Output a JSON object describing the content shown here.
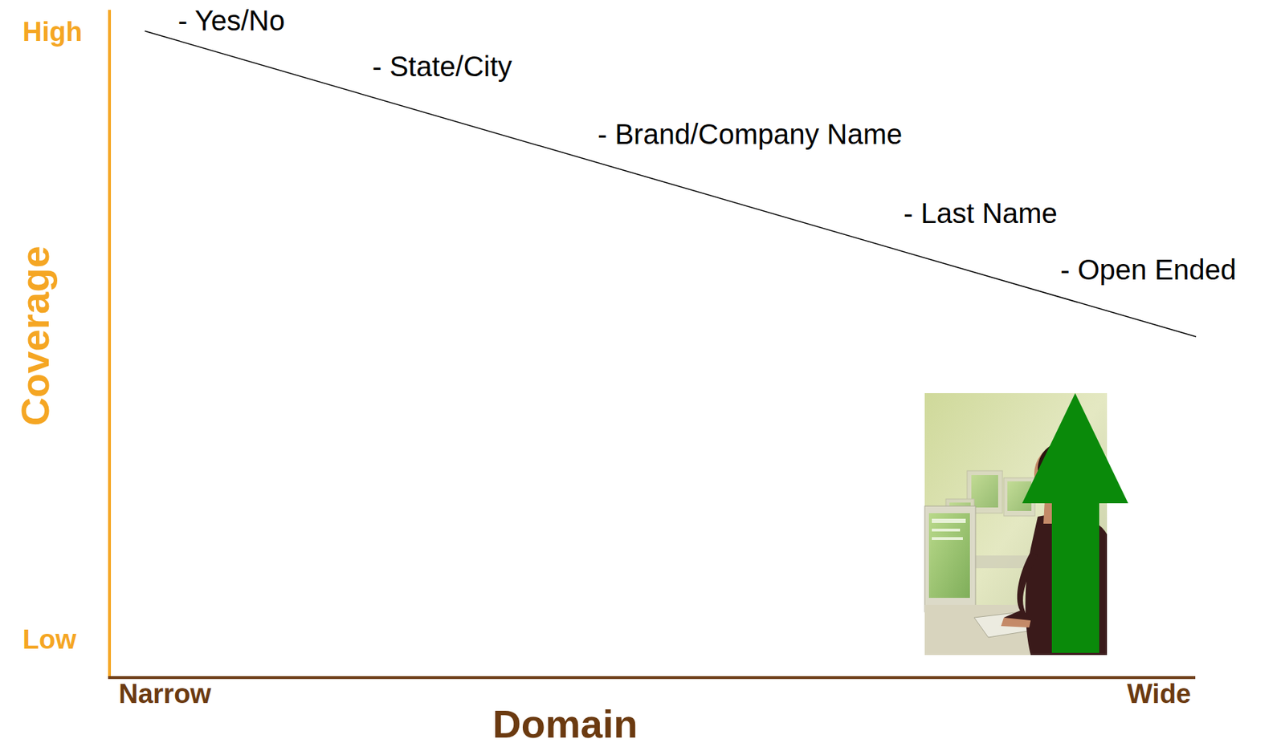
{
  "diagram": {
    "labels": [
      "High",
      "Low",
      "Coverage",
      "Narrow",
      "Wide",
      "Domain",
      "- Yes/No",
      "- State/City",
      "- Brand/Company Name",
      "- Last Name",
      "- Open Ended"
    ]
  }
}
